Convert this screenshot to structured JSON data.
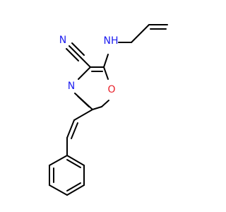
{
  "molecule": {
    "atom_labels": {
      "nitrile_n": "N",
      "amine_nh": "NH",
      "ring_n": "N",
      "ring_o": "O"
    },
    "colors": {
      "bond": "#000000",
      "nitrogen": "#1c1cf0",
      "oxygen": "#e8202a",
      "background": "#ffffff"
    }
  }
}
